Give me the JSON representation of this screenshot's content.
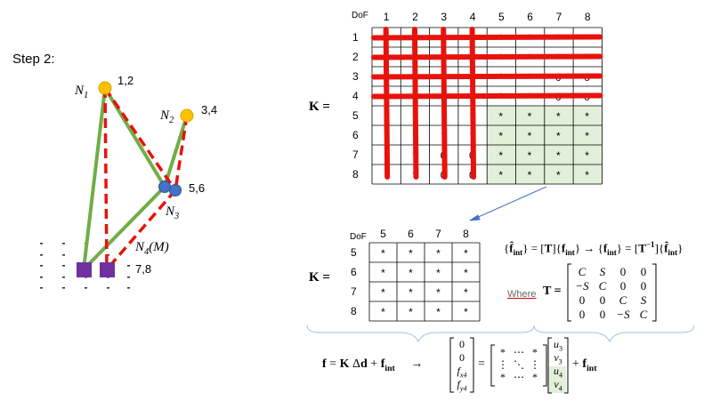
{
  "step_label": "Step 2:",
  "nodes": {
    "n1": {
      "sym": "N",
      "sub": "1",
      "dofs": "1,2"
    },
    "n2": {
      "sym": "N",
      "sub": "2",
      "dofs": "3,4"
    },
    "n3": {
      "sym": "N",
      "sub": "3",
      "dofs": "5,6"
    },
    "n4": {
      "sym": "N",
      "sub": "4",
      "suffix": "(M)",
      "dofs": "7,8"
    }
  },
  "colors": {
    "member_green": "#70ad47",
    "member_red": "#e8120c",
    "node_yellow": "#ffc000",
    "node_blue": "#4472c4",
    "support_purple": "#7030a0",
    "cell_green": "#e2efd9",
    "arrow_blue": "#4472c4"
  },
  "big_matrix": {
    "k_label": "K =",
    "dof_header": "DoF",
    "col_headers": [
      "1",
      "2",
      "3",
      "4",
      "5",
      "6",
      "7",
      "8"
    ],
    "row_headers": [
      "1",
      "2",
      "3",
      "4",
      "5",
      "6",
      "7",
      "8"
    ],
    "cells": [
      [
        "",
        "",
        "*",
        "",
        "*",
        "*",
        "*",
        "*"
      ],
      [
        "",
        "",
        "0",
        "",
        "*",
        "*",
        "*",
        "*"
      ],
      [
        "",
        "",
        "*",
        "*",
        "*",
        "*",
        "0",
        "0"
      ],
      [
        "",
        "",
        "*",
        "*",
        "*",
        "*",
        "0",
        "0"
      ],
      [
        "",
        "*",
        "*",
        "*",
        "*",
        "*",
        "*",
        "*"
      ],
      [
        "",
        "*",
        "*",
        "*",
        "*",
        "*",
        "*",
        "*"
      ],
      [
        "",
        "*",
        "0",
        "0",
        "*",
        "*",
        "*",
        "*"
      ],
      [
        "",
        "*",
        "0",
        "0",
        "*",
        "*",
        "*",
        "*"
      ]
    ]
  },
  "small_matrix": {
    "k_label": "K =",
    "dof_header": "DoF",
    "col_headers": [
      "5",
      "6",
      "7",
      "8"
    ],
    "row_headers": [
      "5",
      "6",
      "7",
      "8"
    ],
    "cells": [
      [
        "*",
        "*",
        "*",
        "*"
      ],
      [
        "*",
        "*",
        "*",
        "*"
      ],
      [
        "*",
        "*",
        "*",
        "*"
      ],
      [
        "*",
        "*",
        "*",
        "*"
      ]
    ]
  },
  "transform": {
    "where_label": "Where",
    "t_label": "T =",
    "t_matrix": [
      [
        "C",
        "S",
        "0",
        "0"
      ],
      [
        "−S",
        "C",
        "0",
        "0"
      ],
      [
        "0",
        "0",
        "C",
        "S"
      ],
      [
        "0",
        "0",
        "−S",
        "C"
      ]
    ]
  },
  "equation": {
    "lhs_vector": [
      "0",
      "0",
      "f",
      "f"
    ],
    "lhs_subs": [
      "",
      "",
      "x4",
      "y4"
    ],
    "mid_matrix": [
      [
        "*",
        "⋯",
        "*"
      ],
      [
        "⋮",
        "⋱",
        "⋮"
      ],
      [
        "*",
        "⋯",
        "*"
      ]
    ],
    "rhs_vector": [
      "u",
      "v",
      "u",
      "v"
    ],
    "rhs_subs": [
      "3",
      "3",
      "4",
      "4"
    ]
  }
}
